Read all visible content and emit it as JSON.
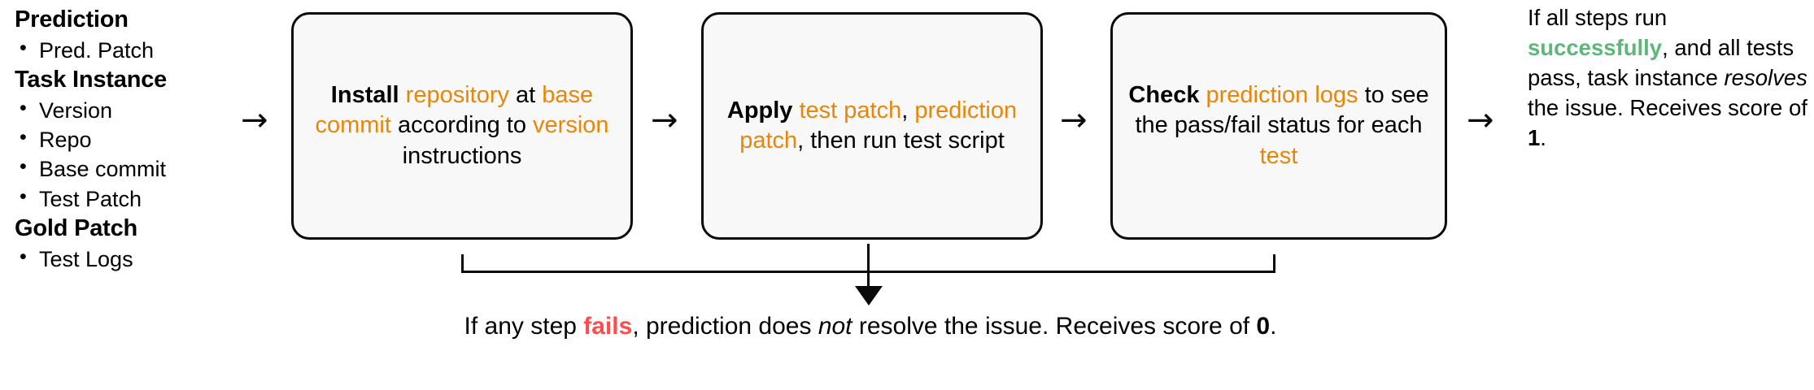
{
  "colors": {
    "orange": "#E8860B",
    "green": "#5CB878",
    "red": "#FC4C4C",
    "box_fill": "#f8f8f8",
    "box_stroke": "#0a0a0a"
  },
  "inputs": {
    "groups": [
      {
        "title": "Prediction",
        "items": [
          "Pred. Patch"
        ]
      },
      {
        "title": "Task Instance",
        "items": [
          "Version",
          "Repo",
          "Base commit",
          "Test Patch"
        ]
      },
      {
        "title": "Gold Patch",
        "items": [
          "Test Logs"
        ]
      }
    ]
  },
  "arrows": {
    "right_glyph": "→",
    "a0": "→",
    "a1": "→",
    "a2": "→",
    "a3": "→"
  },
  "steps": [
    {
      "id": "install",
      "parts": [
        {
          "text": "Install ",
          "style": "bold"
        },
        {
          "text": "repository",
          "style": "orange"
        },
        {
          "text": " at ",
          "style": "plain"
        },
        {
          "text": "base commit",
          "style": "orange"
        },
        {
          "text": " according to ",
          "style": "plain"
        },
        {
          "text": "version",
          "style": "orange"
        },
        {
          "text": " instructions",
          "style": "plain"
        }
      ],
      "plain_text": "Install repository at base commit according to version instructions"
    },
    {
      "id": "apply",
      "parts": [
        {
          "text": "Apply ",
          "style": "bold"
        },
        {
          "text": "test patch",
          "style": "orange"
        },
        {
          "text": ", ",
          "style": "plain"
        },
        {
          "text": "prediction patch",
          "style": "orange"
        },
        {
          "text": ", then run test script",
          "style": "plain"
        }
      ],
      "plain_text": "Apply test patch, prediction patch, then run test script"
    },
    {
      "id": "check",
      "parts": [
        {
          "text": "Check ",
          "style": "bold"
        },
        {
          "text": "prediction logs",
          "style": "orange"
        },
        {
          "text": " to see the pass/fail status for each ",
          "style": "plain"
        },
        {
          "text": "test",
          "style": "orange"
        }
      ],
      "plain_text": "Check prediction logs to see the pass/fail status for each test"
    }
  ],
  "success_note": {
    "parts": [
      {
        "text": "If all steps run ",
        "style": "plain"
      },
      {
        "text": "successfully",
        "style": "green-bold"
      },
      {
        "text": ", and all tests pass, task instance ",
        "style": "plain"
      },
      {
        "text": "resolves",
        "style": "italic"
      },
      {
        "text": " the issue. Receives score of ",
        "style": "plain"
      },
      {
        "text": "1",
        "style": "bold"
      },
      {
        "text": ".",
        "style": "plain"
      }
    ],
    "plain_text": "If all steps run successfully, and all tests pass, task instance resolves the issue. Receives score of 1."
  },
  "fail_note": {
    "parts": [
      {
        "text": "If any step ",
        "style": "plain"
      },
      {
        "text": "fails",
        "style": "red-bold"
      },
      {
        "text": ", prediction does ",
        "style": "plain"
      },
      {
        "text": "not",
        "style": "italic"
      },
      {
        "text": " resolve the issue. Receives score of ",
        "style": "plain"
      },
      {
        "text": "0",
        "style": "bold"
      },
      {
        "text": ".",
        "style": "plain"
      }
    ],
    "plain_text": "If any step fails, prediction does not resolve the issue. Receives score of 0."
  }
}
